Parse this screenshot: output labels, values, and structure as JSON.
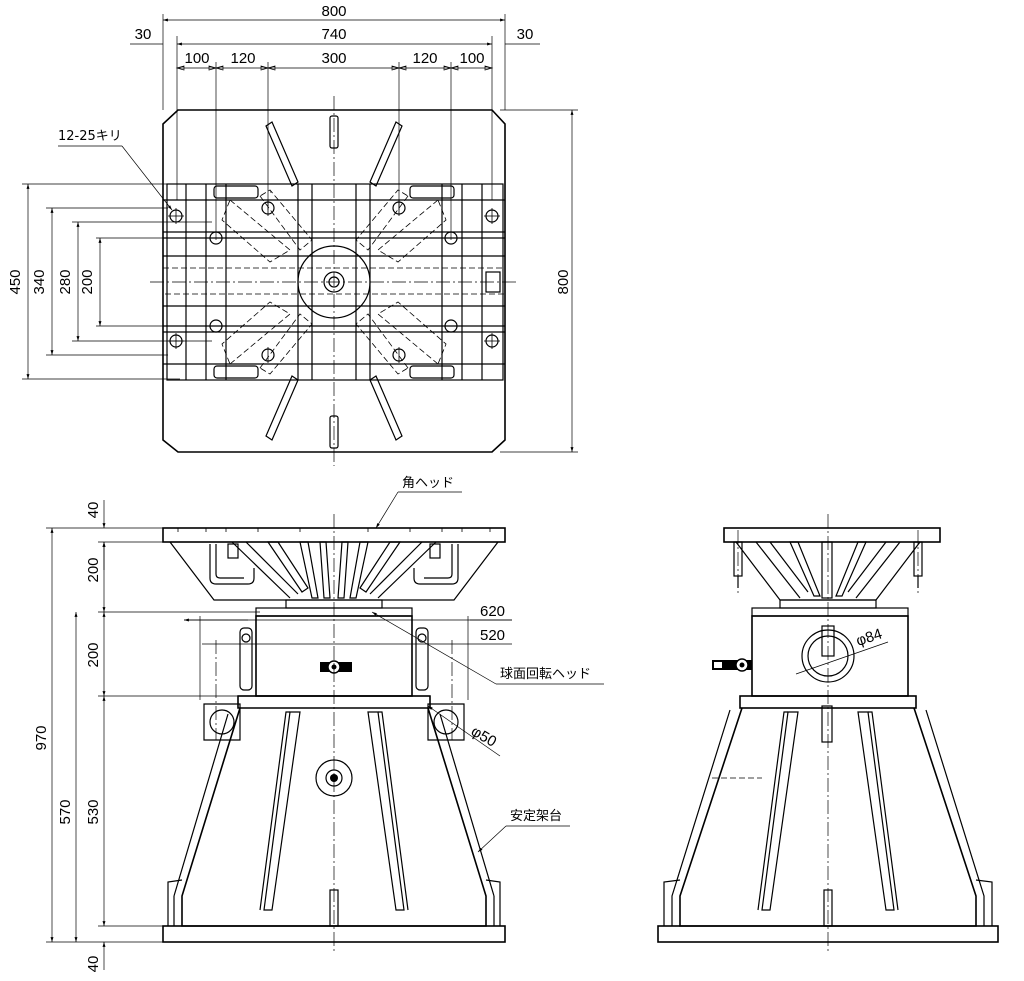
{
  "top_view": {
    "dims": {
      "overall_width": "800",
      "bolt_span": "740",
      "edge_left": "30",
      "edge_right": "30",
      "pitch_1": "100",
      "pitch_2": "120",
      "pitch_3": "300",
      "pitch_4": "120",
      "pitch_5": "100",
      "depth_450": "450",
      "depth_340": "340",
      "depth_280": "280",
      "depth_200": "200",
      "overall_depth": "800"
    },
    "hole_label": "12-25キリ"
  },
  "front_view": {
    "dims": {
      "plate_40_top": "40",
      "head_200": "200",
      "rotary_200": "200",
      "total_970": "970",
      "base_570": "570",
      "base_530": "530",
      "base_40": "40",
      "width_620": "620",
      "width_520": "520",
      "dia_50": "φ50"
    },
    "labels": {
      "square_head": "角ヘッド",
      "spherical_head": "球面回転ヘッド",
      "stable_stand": "安定架台"
    }
  },
  "side_view": {
    "dims": {
      "dia_84": "φ84"
    }
  }
}
